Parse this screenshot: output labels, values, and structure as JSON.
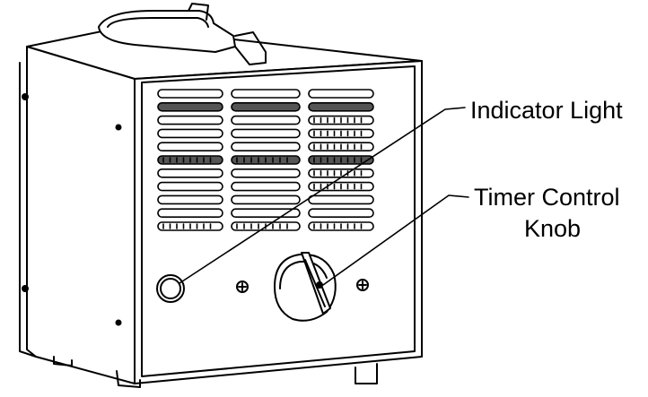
{
  "labels": {
    "indicator_light": "Indicator Light",
    "timer_control_line1": "Timer Control",
    "timer_control_line2": "Knob"
  },
  "colors": {
    "stroke": "#000000",
    "background": "#ffffff"
  },
  "icons": [
    "indicator-light-icon",
    "timer-knob-icon",
    "screw-icon",
    "handle-icon"
  ]
}
